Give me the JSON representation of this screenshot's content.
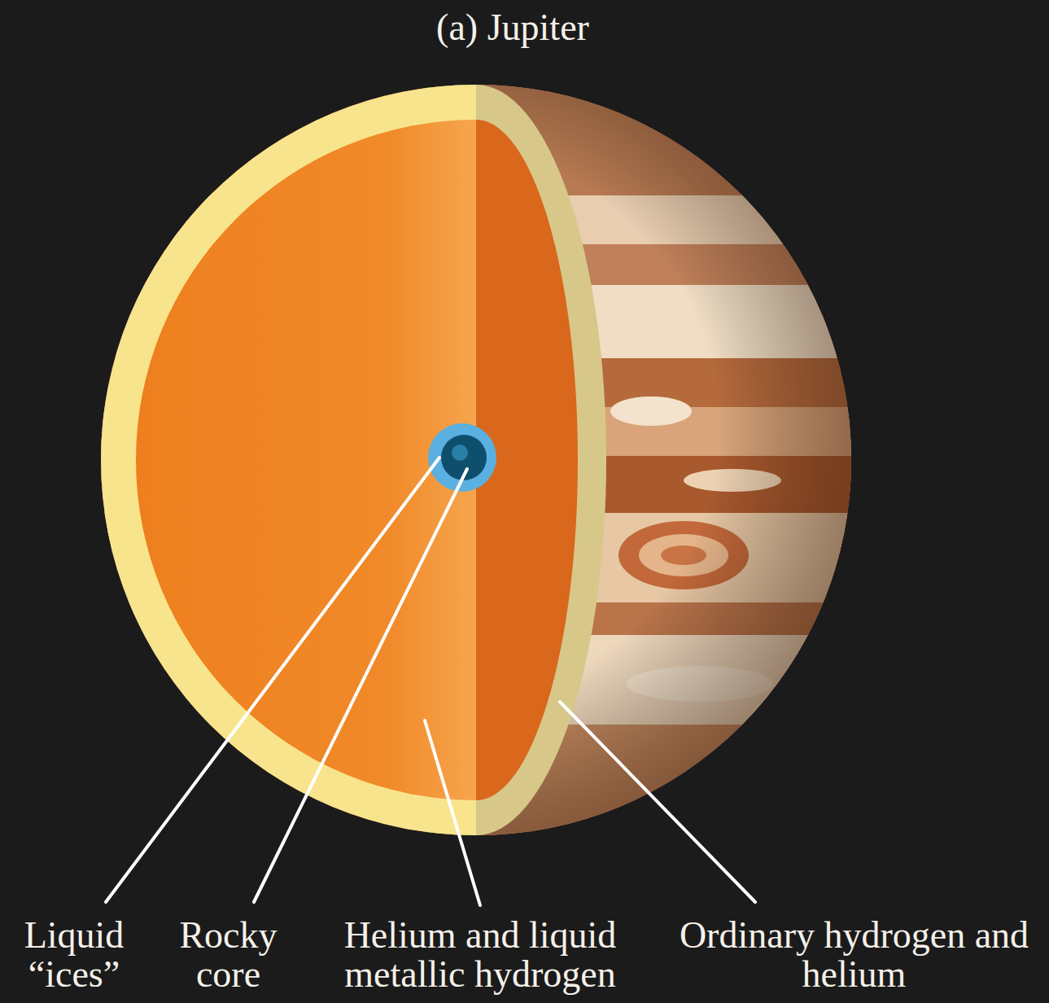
{
  "diagram": {
    "title": "(a) Jupiter",
    "labels": [
      "Liquid “ices”",
      "Rocky core",
      "Helium and liquid metallic hydrogen",
      "Ordinary hydrogen and helium"
    ]
  }
}
